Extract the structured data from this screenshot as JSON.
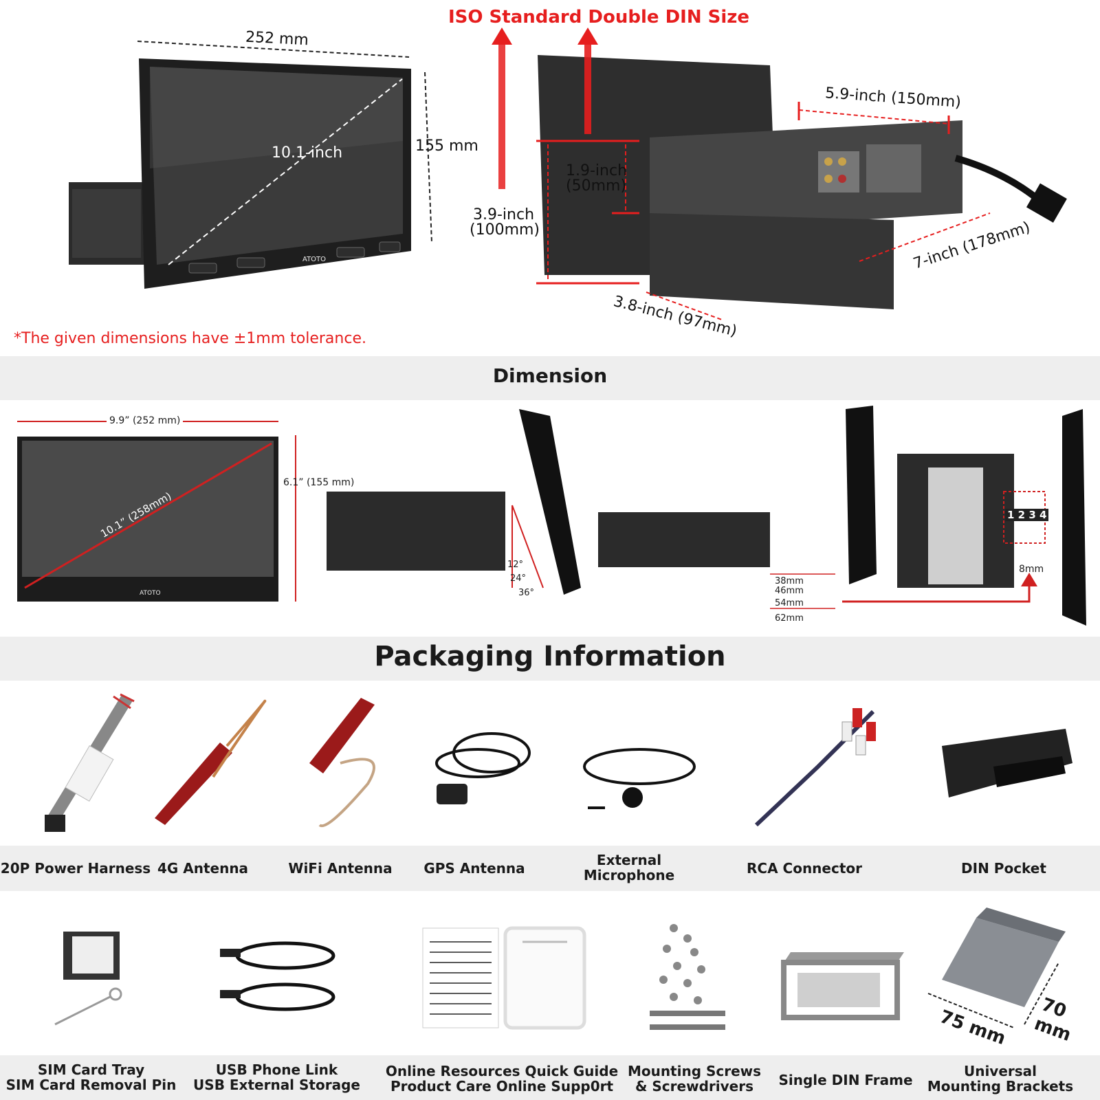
{
  "top": {
    "iso_title": "ISO Standard Double DIN Size",
    "width_label": "252 mm",
    "height_label": "155 mm",
    "diag_label": "10.1-inch",
    "brand": "ATOTO",
    "depth_150": "5.9-inch (150mm)",
    "h50_a": "1.9-inch",
    "h50_b": "(50mm)",
    "h100_a": "3.9-inch",
    "h100_b": "(100mm)",
    "depth_178": "7-inch (178mm)",
    "depth_97": "3.8-inch (97mm)",
    "tolerance": "*The given dimensions have ±1mm tolerance."
  },
  "dimension": {
    "heading": "Dimension",
    "width": "9.9”  (252 mm)",
    "height": "6.1”  (155 mm)",
    "diag": "10.1”  (258mm)",
    "brand": "ATOTO",
    "angles": [
      "12°",
      "24°",
      "36°"
    ],
    "depths": [
      "38mm",
      "46mm",
      "54mm",
      "62mm"
    ],
    "positions": "1 2 3 4",
    "offset": "8mm"
  },
  "packaging": {
    "heading": "Packaging Information",
    "row1": [
      {
        "name": "20P Power Harness",
        "icon": "harness-icon"
      },
      {
        "name": "4G Antenna",
        "icon": "antenna-4g-icon"
      },
      {
        "name": "WiFi Antenna",
        "icon": "antenna-wifi-icon"
      },
      {
        "name": "GPS Antenna",
        "icon": "antenna-gps-icon"
      },
      {
        "name": "External\nMicrophone",
        "icon": "microphone-icon"
      },
      {
        "name": "RCA Connector",
        "icon": "rca-icon"
      },
      {
        "name": "DIN Pocket",
        "icon": "din-pocket-icon"
      }
    ],
    "row2": [
      {
        "name": "SIM Card Tray\nSIM Card Removal Pin",
        "icon": "sim-tray-icon"
      },
      {
        "name": "USB Phone Link\nUSB External Storage",
        "icon": "usb-cable-icon"
      },
      {
        "name": "Online Resources Quick Guide\nProduct Care Online Supp0rt",
        "icon": "manual-icon"
      },
      {
        "name": "Mounting Screws\n& Screwdrivers",
        "icon": "screws-icon"
      },
      {
        "name": "Single DIN Frame",
        "icon": "din-frame-icon"
      },
      {
        "name": "Universal\nMounting Brackets",
        "icon": "bracket-icon"
      }
    ],
    "bracket_w": "75 mm",
    "bracket_h": "70 mm"
  },
  "colors": {
    "accent": "#e61e1e",
    "band": "#eeeeee",
    "screen": "#2a2a2a"
  }
}
